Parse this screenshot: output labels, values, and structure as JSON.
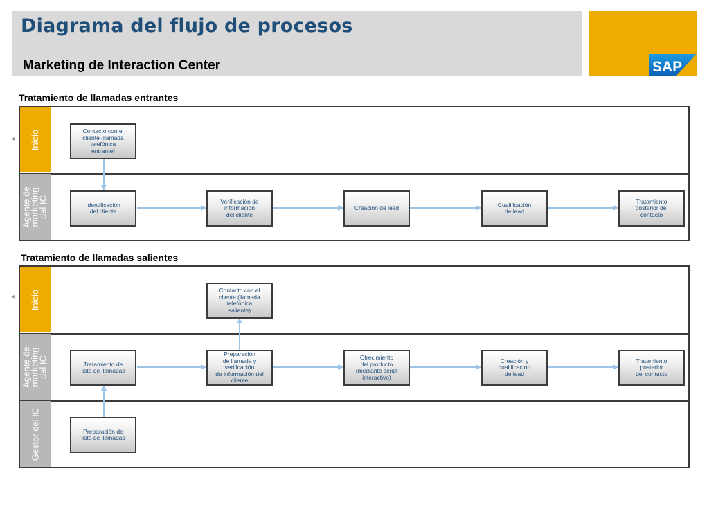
{
  "header": {
    "title": "Diagrama del flujo de procesos",
    "subtitle": "Marketing de Interaction Center",
    "logo_text": "SAP"
  },
  "incoming": {
    "section_title": "Tratamiento de llamadas entrantes",
    "lanes": {
      "start": "Inicio",
      "agent": [
        "Agente de",
        "marketing",
        "del IC"
      ]
    },
    "boxes": {
      "contact": "Contacto con el\ncliente (llamada\ntelefónica\nentrante)",
      "identify": "Identificación\ndel cliente",
      "verify": "Verificación de\ninformación\ndel cliente",
      "lead": "Creación de lead",
      "qualify": "Cualificación\nde lead",
      "post": "Tratamiento\nposterior del\ncontacto"
    }
  },
  "outgoing": {
    "section_title": "Tratamiento de llamadas salientes",
    "lanes": {
      "start": "Inicio",
      "agent": [
        "Agente de",
        "marketing",
        "del IC"
      ],
      "manager": "Gestor del IC"
    },
    "boxes": {
      "contact": "Contacto con el\ncliente (llamada\ntelefónica\nsaliente)",
      "list": "Tratamiento de\nlista de llamadas",
      "prep_call": "Preparación\nde llamada y\nverificación\nde información del\ncliente",
      "offer": "Ofrecimiento\ndel producto\n(mediante script\ninteractivo)",
      "create_qualify": "Creación y\ncualificación\nde lead",
      "post": "Tratamiento\nposterior\ndel contacto",
      "prep_list": "Preparación de\nlista de llamadas"
    }
  },
  "colors": {
    "title": "#1f4e79",
    "start_lane": "#f0ab00",
    "role_lane": "#b8b8b8",
    "connector": "#9dc3e6",
    "box_text": "#1f4e79"
  }
}
